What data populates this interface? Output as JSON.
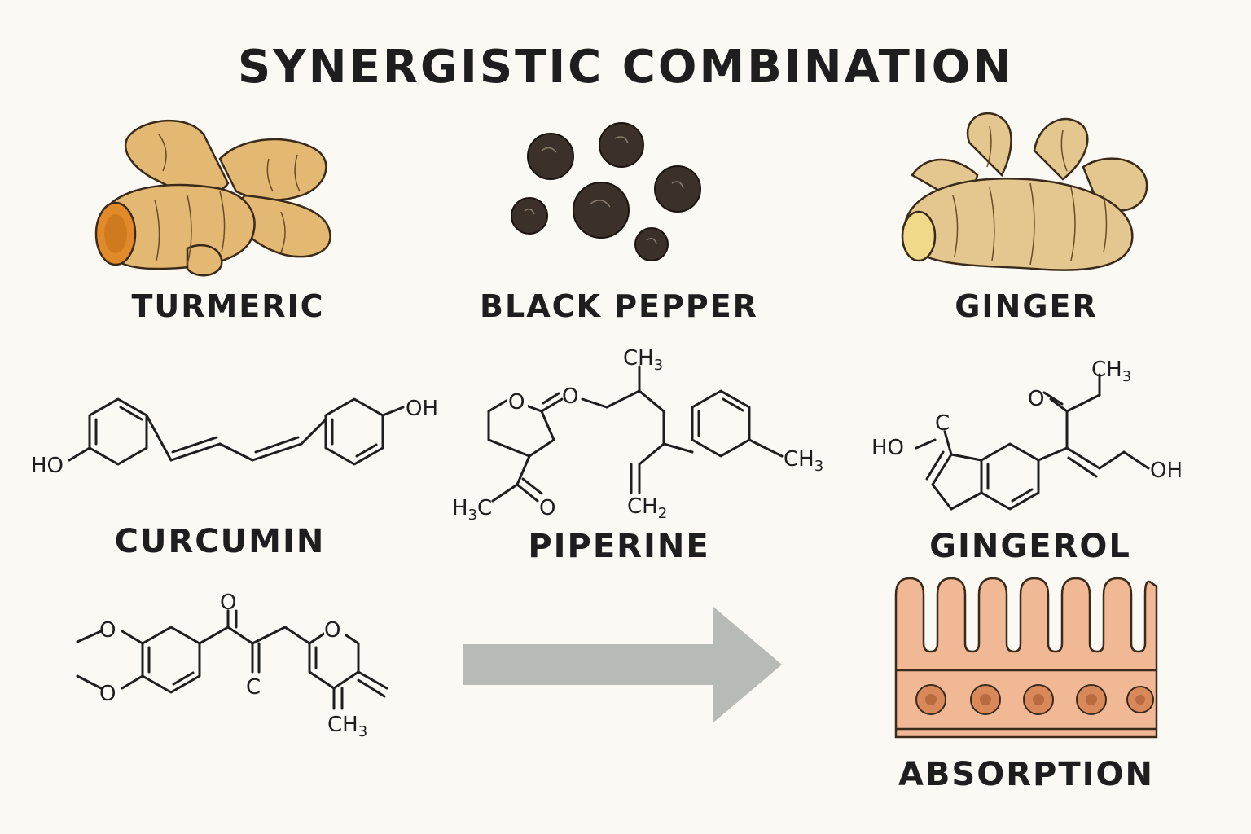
{
  "title": "SYNERGISTIC COMBINATION",
  "ingredients": {
    "turmeric": "TURMERIC",
    "black_pepper": "BLACK PEPPER",
    "ginger": "GINGER"
  },
  "compounds": {
    "curcumin": "CURCUMIN",
    "piperine": "PIPERINE",
    "gingerol": "GINGEROL"
  },
  "atoms": {
    "ho": "HO",
    "oh": "OH",
    "o": "O",
    "c": "C",
    "ch3": "CH",
    "ch2": "CH",
    "h3c_h": "H",
    "h3c_c": "C",
    "sub3": "3",
    "sub2": "2"
  },
  "absorption": "ABSORPTION",
  "colors": {
    "turmeric_skin": "#e2b872",
    "turmeric_flesh": "#e08a2a",
    "pepper": "#3b312a",
    "ginger_skin": "#e4c68f",
    "ginger_flesh": "#f1d98a",
    "arrow": "#b8bab5",
    "tissue": "#f1b896",
    "tissue_cell": "#d9885a"
  },
  "icons": [
    "turmeric-root-icon",
    "black-peppercorns-icon",
    "ginger-root-icon",
    "intestinal-villi-icon",
    "right-arrow-icon"
  ]
}
